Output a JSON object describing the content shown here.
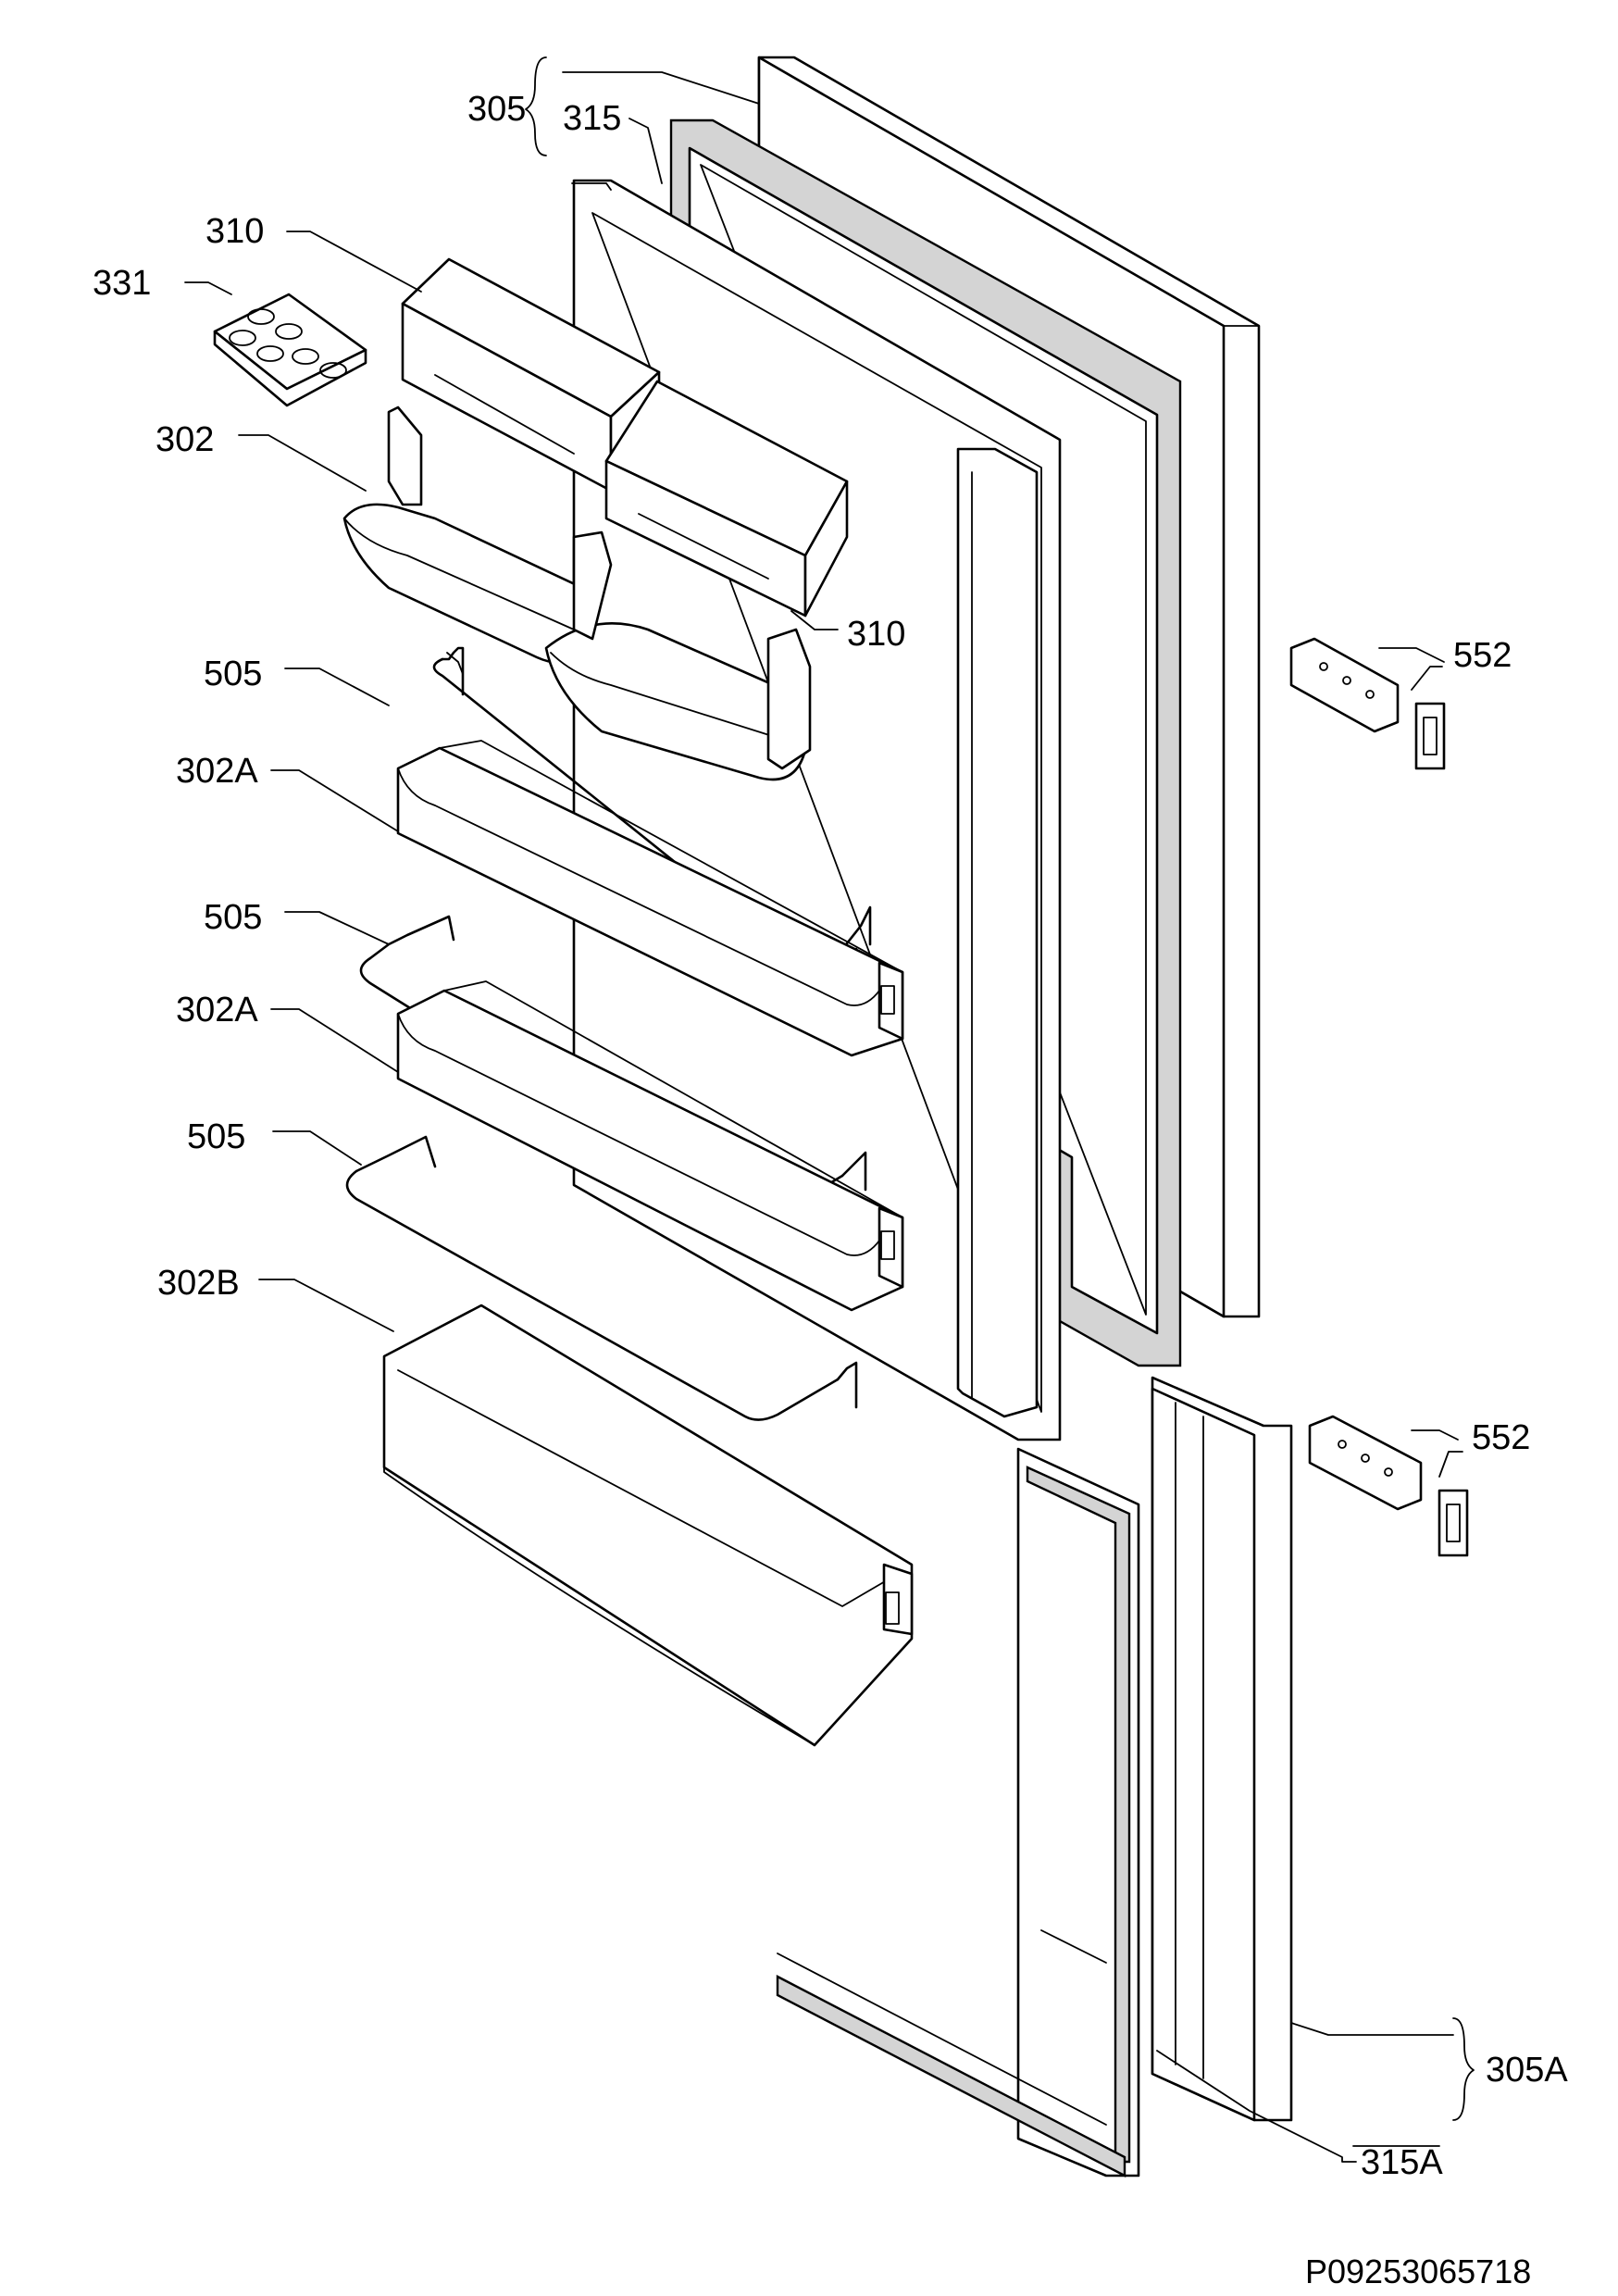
{
  "labels": {
    "l305": "305",
    "l315": "315",
    "l310a": "310",
    "l331": "331",
    "l302": "302",
    "l310b": "310",
    "l505a": "505",
    "l302a1": "302A",
    "l505b": "505",
    "l302a2": "302A",
    "l505c": "505",
    "l302b": "302B",
    "l552a": "552",
    "l552b": "552",
    "l305a": "305A",
    "l315a": "315A"
  },
  "drawing_code": "P09253065718"
}
